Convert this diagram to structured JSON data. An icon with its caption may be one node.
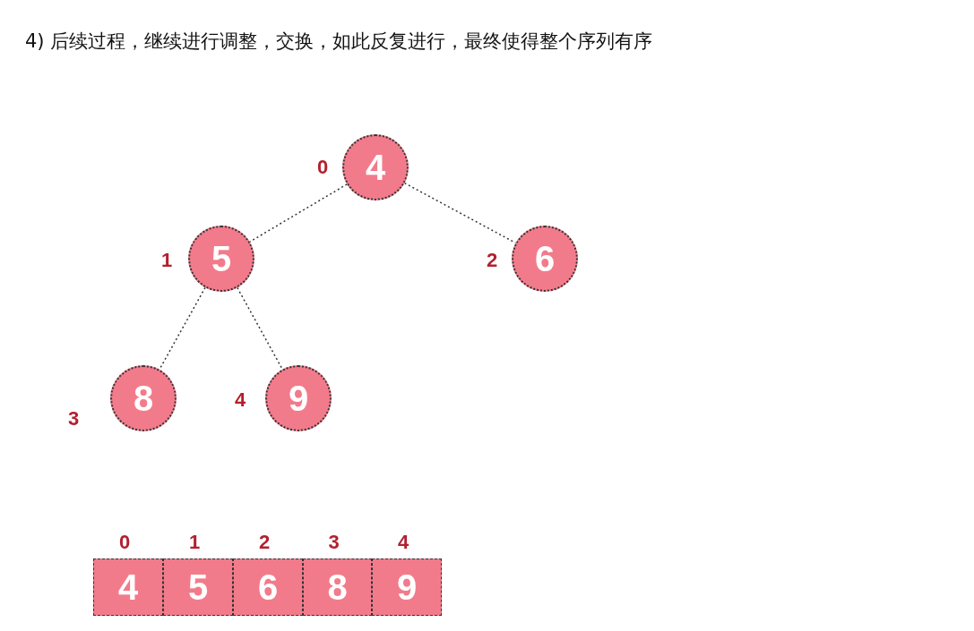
{
  "diagram": {
    "title": "4) 后续过程，继续进行调整，交换，如此反复进行，最终使得整个序列有序",
    "nodes": [
      {
        "text": [
          "4"
        ],
        "beside": [
          "0"
        ]
      },
      {
        "text": [
          "5"
        ],
        "beside": [
          "1"
        ]
      },
      {
        "text": [
          "6"
        ],
        "beside": [
          "2"
        ]
      },
      {
        "text": [
          "8"
        ],
        "beside": [
          "3"
        ]
      },
      {
        "text": [
          "9"
        ],
        "beside": [
          "4"
        ]
      },
      {
        "text": [
          "4"
        ],
        "beside": [
          "0"
        ]
      },
      {
        "text": [
          "5"
        ],
        "beside": [
          "1"
        ]
      },
      {
        "text": [
          "6"
        ],
        "beside": [
          "2"
        ]
      },
      {
        "text": [
          "8"
        ],
        "beside": [
          "3"
        ]
      },
      {
        "text": [
          "9"
        ],
        "beside": [
          "4"
        ]
      }
    ],
    "edges": [
      {
        "from": 0,
        "to": 1,
        "arrow": "none",
        "style": "dashed"
      },
      {
        "from": 0,
        "to": 2,
        "arrow": "none",
        "style": "dashed"
      },
      {
        "from": 1,
        "to": 3,
        "arrow": "none",
        "style": "dashed"
      },
      {
        "from": 1,
        "to": 4,
        "arrow": "none",
        "style": "dashed"
      }
    ]
  }
}
